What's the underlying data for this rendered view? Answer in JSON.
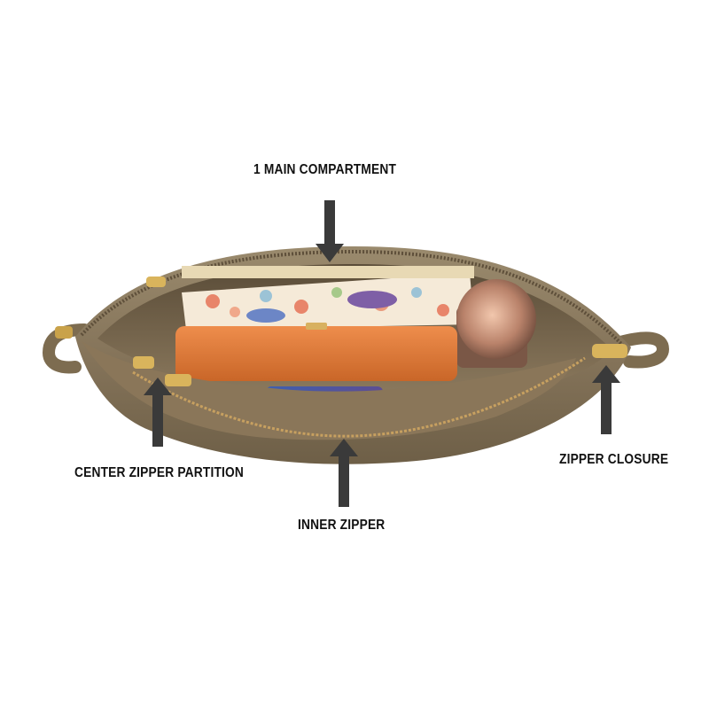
{
  "annotations": {
    "main_compartment": "1 MAIN COMPARTMENT",
    "center_zipper_partition": "CENTER ZIPPER PARTITION",
    "inner_zipper": "INNER ZIPPER",
    "zipper_closure": "ZIPPER CLOSURE"
  },
  "colors": {
    "bag_shell": "#8b7a5e",
    "bag_lining": "#a89579",
    "zipper_tape": "#7a6646",
    "wallet": "#e07b3c",
    "arrow": "#3a3a3a",
    "label_text": "#111111"
  }
}
